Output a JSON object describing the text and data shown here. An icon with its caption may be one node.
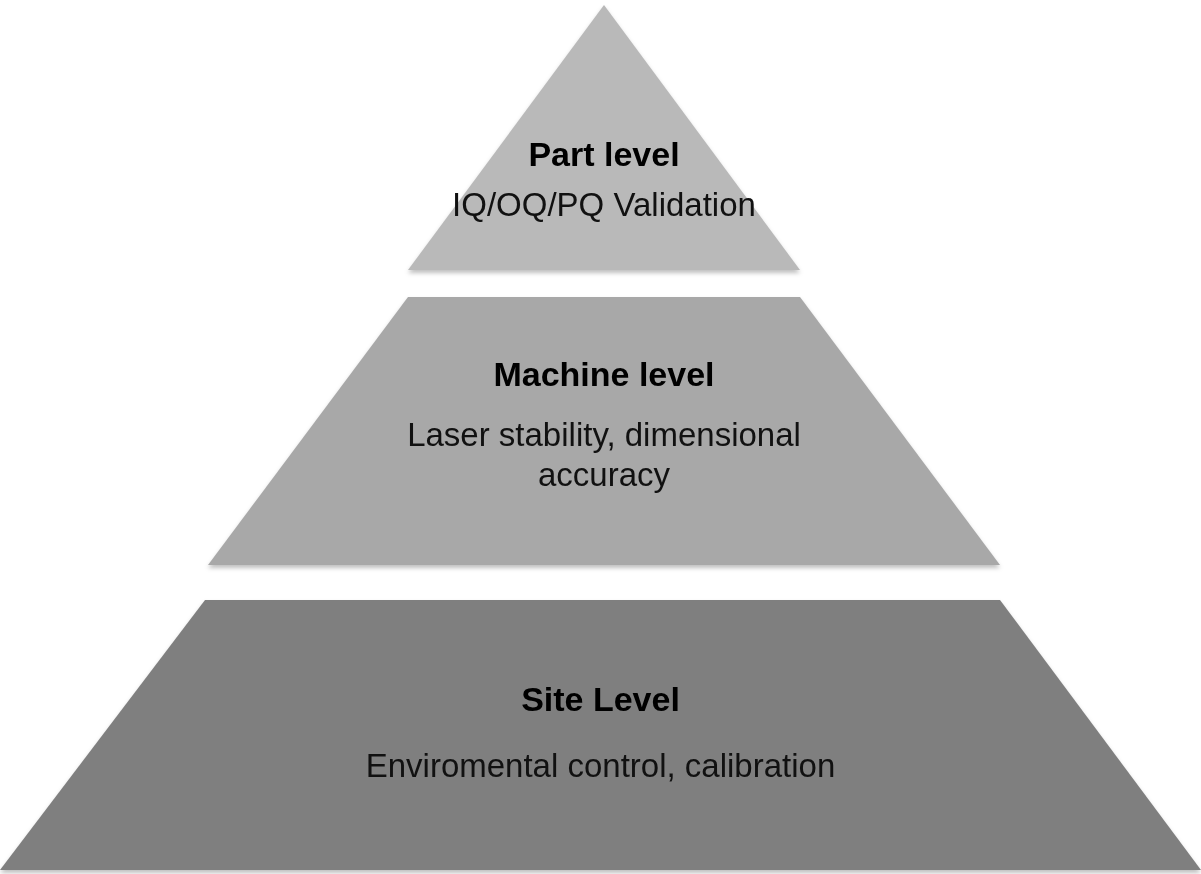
{
  "diagram": {
    "nodes": [
      {
        "text": [
          "Part level",
          "IQ/OQ/PQ Validation"
        ]
      },
      {
        "text": [
          "Machine level",
          "Laser stability, dimensional accuracy"
        ]
      },
      {
        "text": [
          "Site Level",
          "Enviromental control, calibration"
        ]
      }
    ]
  }
}
